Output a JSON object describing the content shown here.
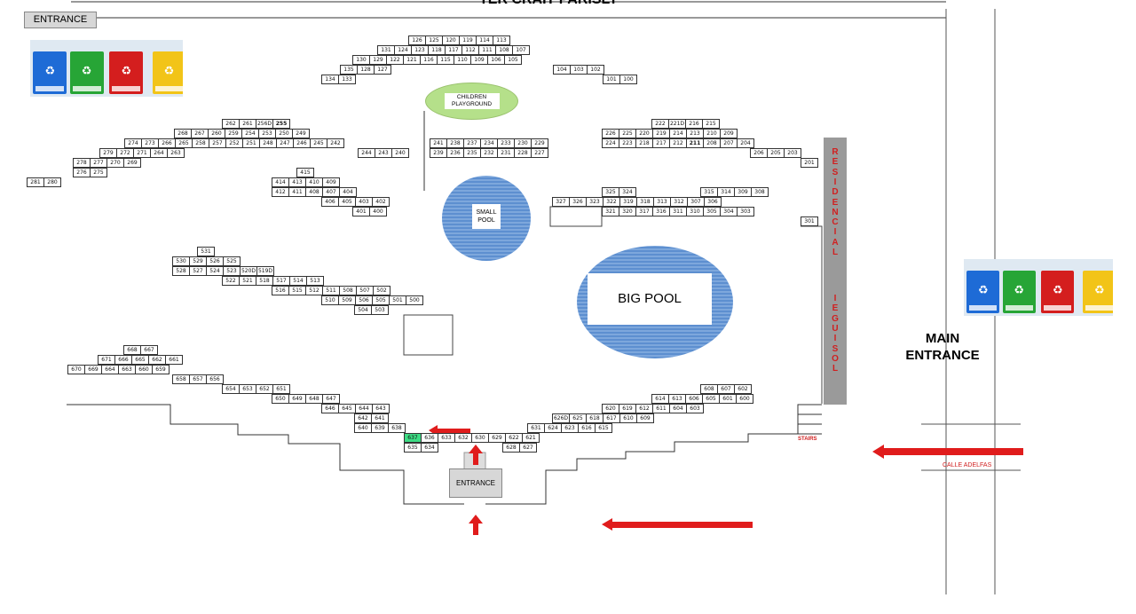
{
  "title_fragment": "TER CRAIT PARISLY",
  "labels": {
    "entrance_top": "ENTRANCE",
    "entrance_bottom": "ENTRANCE",
    "children_playground": "CHILDREN PLAYGROUND",
    "small_pool": "SMALL POOL",
    "big_pool": "BIG POOL",
    "main_entrance": "MAIN ENTRANCE",
    "stairs": "STAIRS",
    "street": "CALLE ADELFAS",
    "residencial_letters": [
      "R",
      "E",
      "S",
      "I",
      "D",
      "E",
      "N",
      "C",
      "I",
      "A",
      "L"
    ],
    "iguisol_letters": [
      "I",
      "E",
      "G",
      "U",
      "I",
      "S",
      "O",
      "L"
    ]
  },
  "colors": {
    "arrow": "#e01c1c",
    "highlight": "#3ddc84",
    "pool": "#5d8fd0",
    "playground": "#b5e08a",
    "wall": "#9a9a9a",
    "bin_blue": "#1e6bd6",
    "bin_green": "#27a536",
    "bin_red": "#d41e1e",
    "bin_yellow": "#f2c418"
  },
  "highlighted_unit": "637",
  "icons": [
    "recycling-bins-image",
    "recycling-bins-image",
    "red-arrow",
    "red-arrow",
    "red-arrow",
    "red-arrow",
    "red-arrow"
  ],
  "units": [
    "126",
    "125",
    "120",
    "119",
    "114",
    "113",
    "131",
    "124",
    "123",
    "118",
    "117",
    "112",
    "111",
    "108",
    "107",
    "130",
    "129",
    "122",
    "121",
    "116",
    "115",
    "110",
    "109",
    "106",
    "105",
    "135",
    "128",
    "127",
    "104",
    "103",
    "102",
    "134",
    "133",
    "101",
    "100",
    "262",
    "261",
    "256D",
    "255",
    "268",
    "267",
    "260",
    "259",
    "254",
    "253",
    "250",
    "249",
    "274",
    "273",
    "266",
    "265",
    "258",
    "257",
    "252",
    "251",
    "248",
    "247",
    "246",
    "245",
    "242",
    "279",
    "272",
    "271",
    "264",
    "263",
    "244",
    "243",
    "240",
    "278",
    "277",
    "270",
    "269",
    "276",
    "275",
    "281",
    "280",
    "241",
    "238",
    "237",
    "234",
    "233",
    "230",
    "229",
    "239",
    "236",
    "235",
    "232",
    "231",
    "228",
    "227",
    "222",
    "221D",
    "216",
    "215",
    "226",
    "225",
    "220",
    "219",
    "214",
    "213",
    "210",
    "209",
    "224",
    "223",
    "218",
    "217",
    "212",
    "211",
    "208",
    "207",
    "204",
    "206",
    "205",
    "203",
    "201",
    "415",
    "414",
    "413",
    "410",
    "409",
    "412",
    "411",
    "408",
    "407",
    "404",
    "406",
    "405",
    "403",
    "402",
    "401",
    "400",
    "325",
    "324",
    "315",
    "314",
    "309",
    "308",
    "327",
    "326",
    "323",
    "322",
    "319",
    "318",
    "313",
    "312",
    "307",
    "306",
    "321",
    "320",
    "317",
    "316",
    "311",
    "310",
    "305",
    "304",
    "303",
    "301",
    "531",
    "530",
    "529",
    "526",
    "525",
    "528",
    "527",
    "524",
    "523",
    "520D",
    "519D",
    "522",
    "521",
    "518",
    "517",
    "514",
    "513",
    "516",
    "515",
    "512",
    "511",
    "508",
    "507",
    "502",
    "510",
    "509",
    "506",
    "505",
    "501",
    "500",
    "504",
    "503",
    "668",
    "667",
    "671",
    "666",
    "665",
    "662",
    "661",
    "670",
    "669",
    "664",
    "663",
    "660",
    "659",
    "658",
    "657",
    "656",
    "654",
    "653",
    "652",
    "651",
    "650",
    "649",
    "648",
    "647",
    "646",
    "645",
    "644",
    "643",
    "642",
    "641",
    "640",
    "639",
    "638",
    "637",
    "636",
    "633",
    "632",
    "630",
    "629",
    "622",
    "621",
    "635",
    "634",
    "628",
    "627",
    "631",
    "624",
    "623",
    "616",
    "615",
    "626D",
    "625",
    "618",
    "617",
    "610",
    "609",
    "620",
    "619",
    "612",
    "611",
    "604",
    "603",
    "614",
    "613",
    "606",
    "605",
    "601",
    "600",
    "608",
    "607",
    "602"
  ]
}
